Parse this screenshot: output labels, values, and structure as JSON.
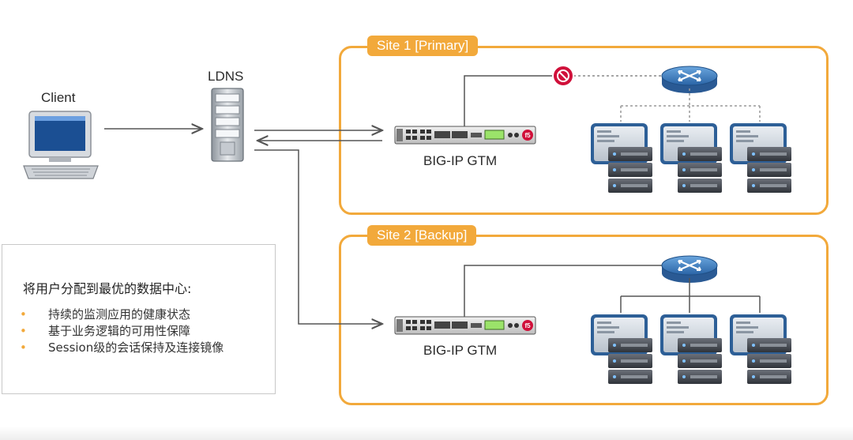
{
  "client": {
    "label": "Client"
  },
  "ldns": {
    "label": "LDNS"
  },
  "sites": [
    {
      "tab": "Site 1 [Primary]",
      "gtm_label": "BIG-IP GTM"
    },
    {
      "tab": "Site 2 [Backup]",
      "gtm_label": "BIG-IP GTM"
    }
  ],
  "info": {
    "title": "将用户分配到最优的数据中心:",
    "items": [
      "持续的监测应用的健康状态",
      "基于业务逻辑的可用性保障",
      "Session级的会话保持及连接镜像"
    ]
  },
  "colors": {
    "site_border": "#f2a93b",
    "router": "#3b7fc4",
    "blocked": "#d0103a"
  }
}
